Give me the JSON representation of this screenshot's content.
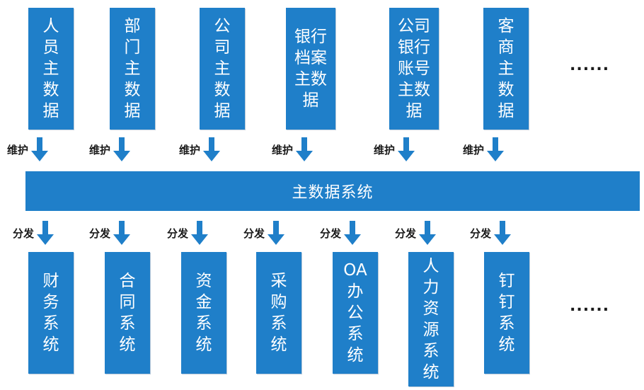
{
  "hub": {
    "label": "主数据系统"
  },
  "sources": [
    {
      "label": "人员主数据",
      "lines": [
        "人",
        "员",
        "主",
        "数",
        "据"
      ],
      "action": "维护"
    },
    {
      "label": "部门主数据",
      "lines": [
        "部",
        "门",
        "主",
        "数",
        "据"
      ],
      "action": "维护"
    },
    {
      "label": "公司主数据",
      "lines": [
        "公",
        "司",
        "主",
        "数",
        "据"
      ],
      "action": "维护"
    },
    {
      "label": "银行档案主数据",
      "lines": [
        "银行",
        "档案",
        "主数",
        "据"
      ],
      "action": "维护"
    },
    {
      "label": "公司银行账号主数据",
      "lines": [
        "公司",
        "银行",
        "账号",
        "主数",
        "据"
      ],
      "action": "维护"
    },
    {
      "label": "客商主数据",
      "lines": [
        "客",
        "商",
        "主",
        "数",
        "据"
      ],
      "action": "维护"
    }
  ],
  "targets": [
    {
      "label": "财务系统",
      "lines": [
        "财",
        "务",
        "系",
        "统"
      ],
      "action": "分发"
    },
    {
      "label": "合同系统",
      "lines": [
        "合",
        "同",
        "系",
        "统"
      ],
      "action": "分发"
    },
    {
      "label": "资金系统",
      "lines": [
        "资",
        "金",
        "系",
        "统"
      ],
      "action": "分发"
    },
    {
      "label": "采购系统",
      "lines": [
        "采",
        "购",
        "系",
        "统"
      ],
      "action": "分发"
    },
    {
      "label": "OA办公系统",
      "lines": [
        "OA",
        "办",
        "公",
        "系",
        "统"
      ],
      "action": "分发"
    },
    {
      "label": "人力资源系统",
      "lines": [
        "人",
        "力",
        "资",
        "源",
        "系",
        "统"
      ],
      "action": "分发"
    },
    {
      "label": "钉钉系统",
      "lines": [
        "钉",
        "钉",
        "系",
        "统"
      ],
      "action": "分发"
    }
  ],
  "more_sources": "......",
  "more_targets": "......",
  "colors": {
    "box": "#1f7fc9",
    "arrow": "#1f7fc9",
    "text_on_box": "#ffffff",
    "label_text": "#1a1a1a"
  }
}
